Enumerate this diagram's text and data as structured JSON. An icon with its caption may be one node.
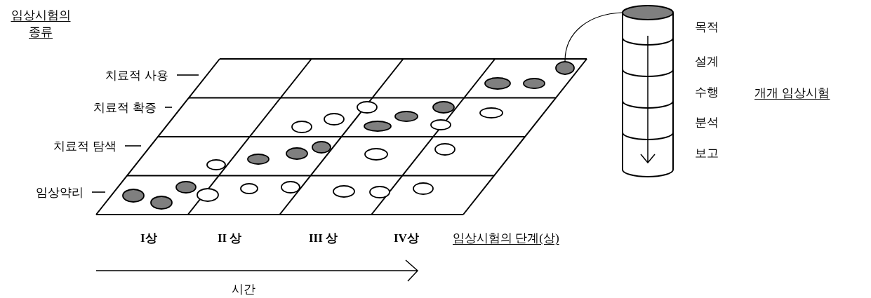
{
  "diagram": {
    "nodes": [
      {
        "text": [
          "치료적 사용"
        ]
      },
      {
        "text": [
          "치료적 확증"
        ]
      },
      {
        "text": [
          "치료적 탐색"
        ]
      },
      {
        "text": [
          "임상약리"
        ]
      },
      {
        "text": [],
        "shape": "ellipse"
      },
      {
        "text": [],
        "shape": "ellipse"
      },
      {
        "text": [],
        "shape": "ellipse"
      },
      {
        "text": [],
        "shape": "ellipse"
      },
      {
        "text": [],
        "shape": "ellipse"
      },
      {
        "text": [],
        "shape": "ellipse"
      },
      {
        "text": [],
        "shape": "ellipse"
      },
      {
        "text": [],
        "shape": "ellipse"
      },
      {
        "text": [],
        "shape": "ellipse"
      },
      {
        "text": [],
        "shape": "ellipse"
      },
      {
        "text": [],
        "shape": "ellipse"
      },
      {
        "text": [],
        "shape": "ellipse"
      },
      {
        "text": [],
        "shape": "ellipse"
      },
      {
        "text": [],
        "shape": "ellipse"
      },
      {
        "text": [],
        "shape": "ellipse"
      },
      {
        "text": [],
        "shape": "ellipse"
      },
      {
        "text": [],
        "shape": "ellipse"
      },
      {
        "text": [],
        "shape": "ellipse"
      },
      {
        "text": [],
        "shape": "ellipse"
      },
      {
        "text": [],
        "shape": "ellipse"
      },
      {
        "text": [],
        "shape": "ellipse"
      },
      {
        "text": [],
        "shape": "ellipse"
      },
      {
        "text": [],
        "shape": "ellipse"
      },
      {
        "text": [],
        "shape": "ellipse"
      },
      {
        "text": [],
        "shape": "ellipse"
      },
      {
        "text": [],
        "shape": "ellipse"
      },
      {
        "text": [],
        "shape": "cylinder",
        "beside": [
          "목적",
          "설계",
          "수행",
          "분석",
          "보고"
        ]
      }
    ],
    "edges": [
      {
        "from": 0,
        "to": null,
        "arrow": "none"
      },
      {
        "from": 1,
        "to": null,
        "arrow": "none"
      },
      {
        "from": 2,
        "to": null,
        "arrow": "none"
      },
      {
        "from": 3,
        "to": null,
        "arrow": "none"
      },
      {
        "from": 4,
        "to": 30,
        "arrow": "none"
      }
    ],
    "labels": [
      "임상시험의 종류",
      "개개 임상시험",
      "I상",
      "II 상",
      "III 상",
      "IV상",
      "임상시험의 단계(상)",
      "시간"
    ]
  }
}
